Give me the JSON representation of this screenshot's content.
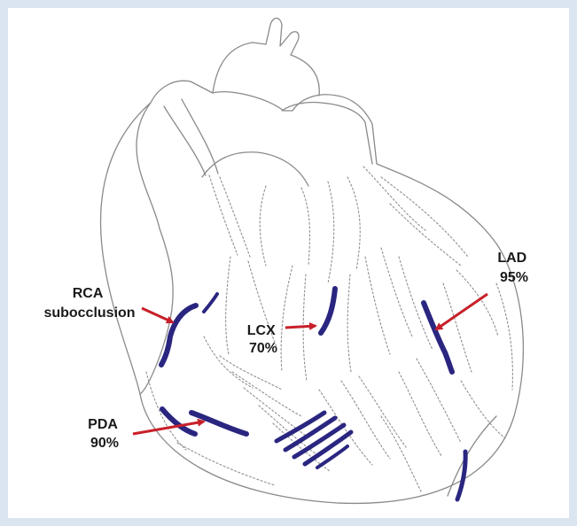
{
  "labels": {
    "rca": {
      "line1": "RCA",
      "line2": "subocclusion"
    },
    "lcx": {
      "line1": "LCX",
      "line2": "70%"
    },
    "lad": {
      "line1": "LAD",
      "line2": "95%"
    },
    "pda": {
      "line1": "PDA",
      "line2": "90%"
    }
  },
  "colors": {
    "frame": "#dbe4f1",
    "outline": "#8a8a8a",
    "lesion": "#2a2680",
    "arrow": "#c8202a"
  }
}
